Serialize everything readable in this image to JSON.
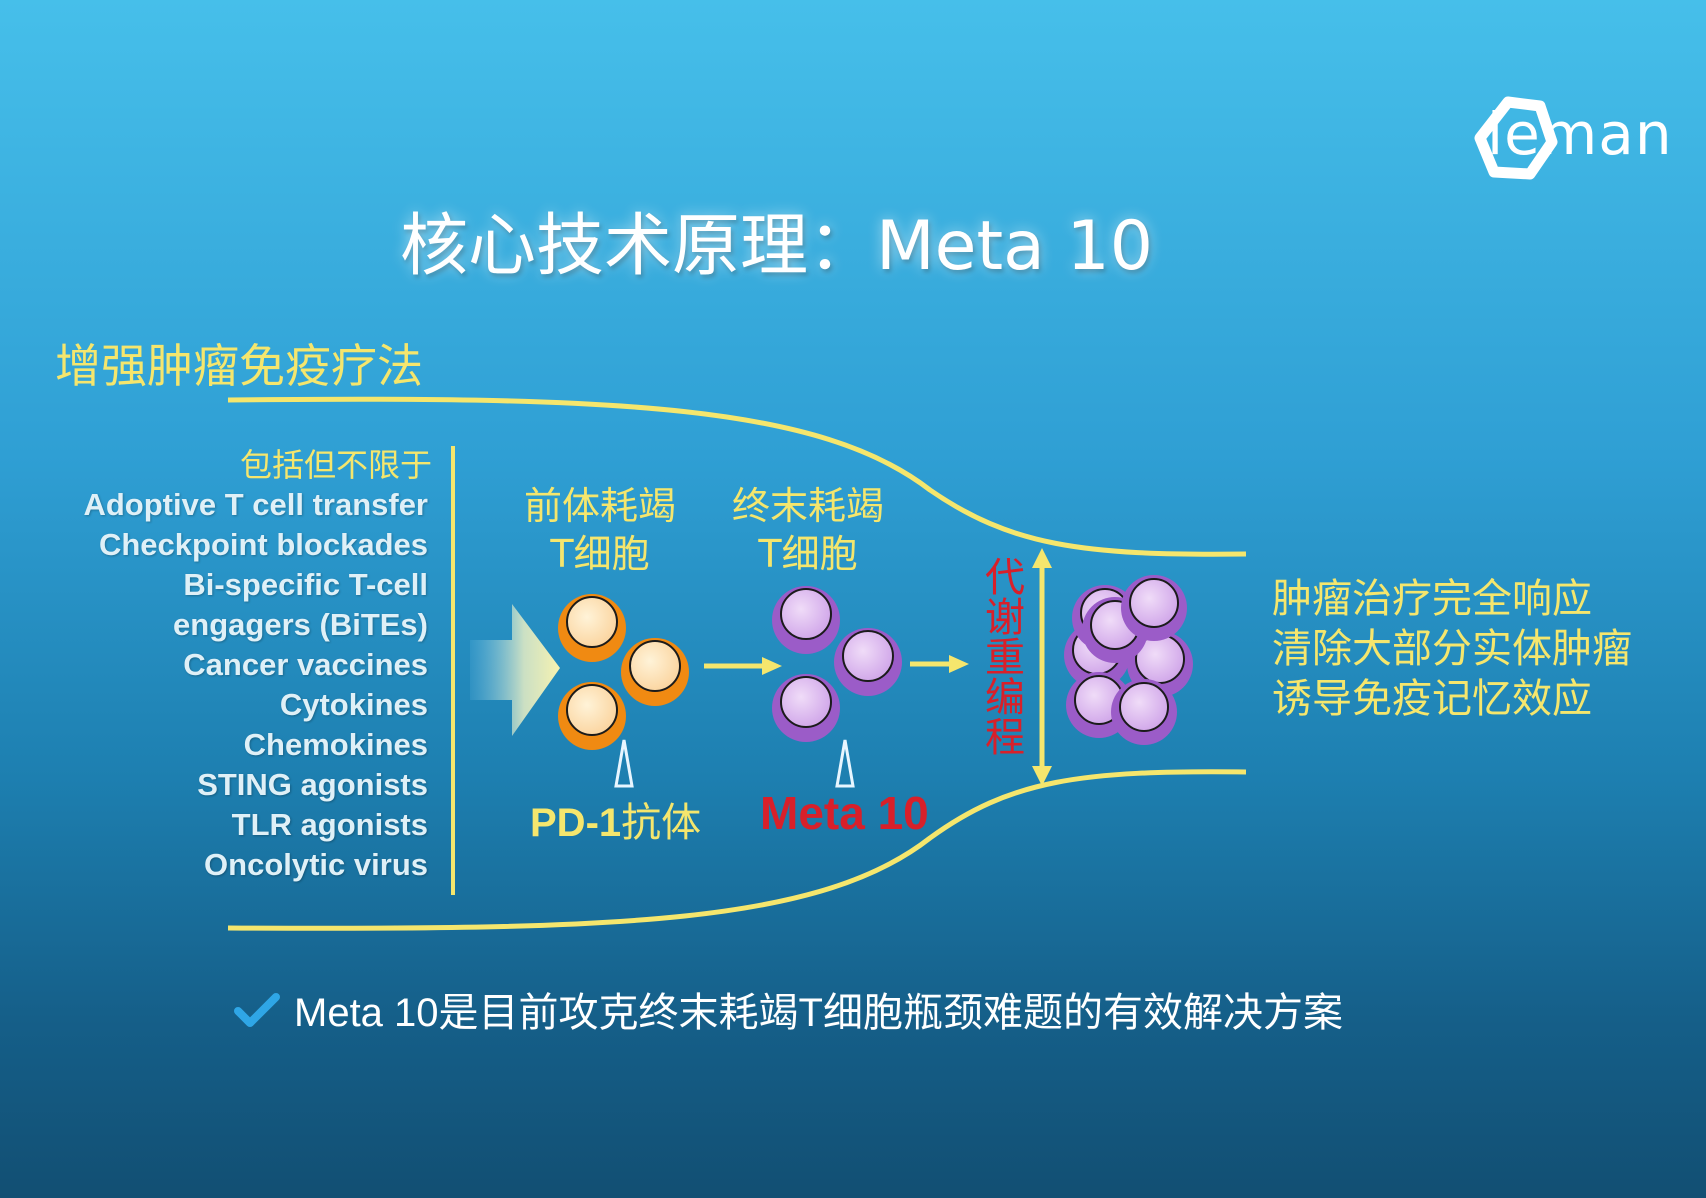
{
  "title": "核心技术原理：Meta 10",
  "logo": {
    "text": "leman"
  },
  "section_title": "增强肿瘤免疫疗法",
  "therapies": {
    "header": "包括但不限于",
    "items": [
      "Adoptive T cell transfer",
      "Checkpoint blockades",
      "Bi-specific T-cell",
      "engagers (BiTEs)",
      "Cancer vaccines",
      "Cytokines",
      "Chemokines",
      "STING agonists",
      "TLR agonists",
      "Oncolytic virus"
    ]
  },
  "cells": {
    "pre_exhausted": {
      "line1": "前体耗竭",
      "line2": "T细胞"
    },
    "terminal_exhausted": {
      "line1": "终末耗竭",
      "line2": "T细胞"
    }
  },
  "agents": {
    "pd1": {
      "prefix": "PD-1",
      "suffix": "抗体"
    },
    "meta10": "Meta 10"
  },
  "reprogramming": "代谢重编程",
  "outcomes": [
    "肿瘤治疗完全响应",
    "清除大部分实体肿瘤",
    "诱导免疫记忆效应"
  ],
  "conclusion": "Meta 10是目前攻克终末耗竭T细胞瓶颈难题的有效解决方案",
  "colors": {
    "yellow": "#f5e66d",
    "red": "#d8202a",
    "orange_cell": "#f08a12",
    "purple_cell": "#9b5cc8",
    "check": "#2fa6e6"
  },
  "icons": [
    "leman-logo-icon",
    "check-icon",
    "arrow-right-icon",
    "double-arrow-icon",
    "triangle-pointer-icon"
  ]
}
